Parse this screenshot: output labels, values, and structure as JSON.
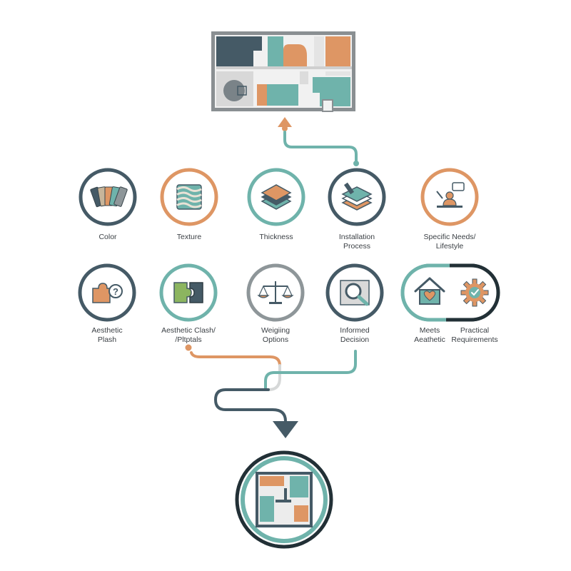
{
  "colors": {
    "teal": "#6fb3ab",
    "slate": "#455a66",
    "orange": "#de9664",
    "gray": "#8e9699",
    "sand": "#c7b59a",
    "light": "#ececec"
  },
  "row1": [
    {
      "id": "color",
      "lines": [
        "Color"
      ],
      "ring": "slate",
      "icon": "swatch-fan-icon"
    },
    {
      "id": "texture",
      "lines": [
        "Texture"
      ],
      "ring": "orange",
      "icon": "wave-texture-icon"
    },
    {
      "id": "thickness",
      "lines": [
        "Thickness"
      ],
      "ring": "teal",
      "icon": "layer-stack-icon"
    },
    {
      "id": "installation",
      "lines": [
        "Installation",
        "Process"
      ],
      "ring": "slate",
      "icon": "tile-install-icon"
    },
    {
      "id": "needs",
      "lines": [
        "Specific Needs/",
        "Lifestyle"
      ],
      "ring": "orange",
      "icon": "person-speech-icon"
    }
  ],
  "row2": [
    {
      "id": "aesthetic-plash",
      "lines": [
        "Aesthetic",
        "Plash"
      ],
      "ring": "slate",
      "icon": "puzzle-question-icon"
    },
    {
      "id": "aesthetic-clash",
      "lines": [
        "Aesthetic Clash/",
        "/Pltptals"
      ],
      "ring": "teal",
      "icon": "puzzle-pieces-icon"
    },
    {
      "id": "weighing",
      "lines": [
        "Weigiing",
        "Options"
      ],
      "ring": "gray",
      "icon": "balance-scale-icon"
    },
    {
      "id": "informed",
      "lines": [
        "Informed",
        "Decision"
      ],
      "ring": "slate",
      "icon": "magnifier-icon"
    },
    {
      "id": "meets",
      "lines": [
        "Meets",
        "Aeathetic"
      ],
      "ring": "teal",
      "icon": "house-heart-icon"
    },
    {
      "id": "practical",
      "lines": [
        "Practical",
        "Requirements"
      ],
      "ring": "slate",
      "icon": "gear-check-icon"
    }
  ]
}
